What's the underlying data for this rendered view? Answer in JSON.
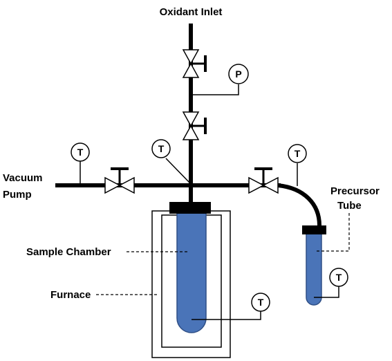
{
  "labels": {
    "oxidant_inlet": "Oxidant Inlet",
    "vacuum": "Vacuum",
    "pump": "Pump",
    "precursor": "Precursor",
    "tube": "Tube",
    "sample_chamber": "Sample Chamber",
    "furnace": "Furnace"
  },
  "gauges": {
    "pressure": "P",
    "temperature": "T"
  },
  "colors": {
    "line": "#000000",
    "vessel_fill": "#4a74b8",
    "vessel_stroke": "#2f4f86",
    "background": "#ffffff"
  }
}
